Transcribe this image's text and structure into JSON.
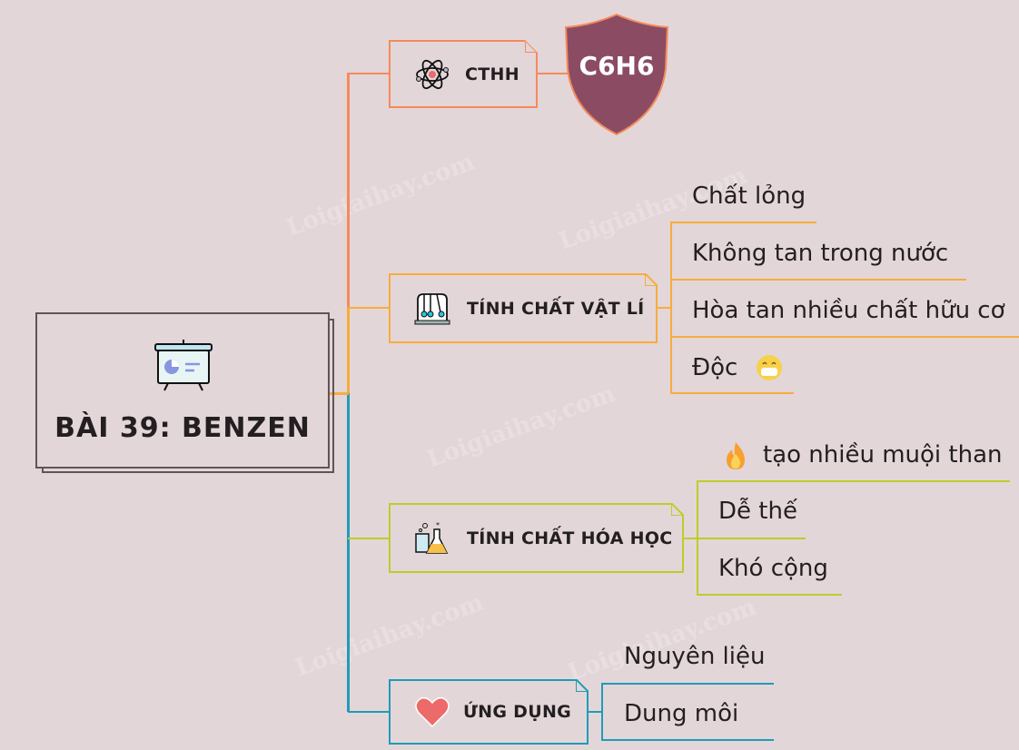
{
  "watermark": "Loigiaihay.com",
  "colors": {
    "background": "#e3d6d9",
    "cthh": "#f58a5c",
    "vat_li": "#f7ac3c",
    "hoa_hoc": "#bfcc2a",
    "ung_dung": "#1f9cb8",
    "shield": "#8b4c63"
  },
  "central": {
    "title": "BÀI 39: BENZEN",
    "icon": "presentation-board-icon"
  },
  "branches": {
    "cthh": {
      "label": "CTHH",
      "icon": "atom-icon",
      "badge": "C6H6"
    },
    "vat_li": {
      "label": "TÍNH CHẤT VẬT LÍ",
      "icon": "newton-cradle-icon",
      "items": [
        "Chất lỏng",
        "Không tan trong nước",
        "Hòa tan nhiều chất hữu cơ",
        "Độc"
      ]
    },
    "hoa_hoc": {
      "label": "TÍNH CHẤT HÓA HỌC",
      "icon": "lab-flask-icon",
      "items": [
        "tạo nhiều muội than",
        "Dễ thế",
        "Khó cộng"
      ]
    },
    "ung_dung": {
      "label": "ỨNG DỤNG",
      "icon": "heart-icon",
      "items": [
        "Nguyên liệu",
        "Dung môi"
      ]
    }
  }
}
